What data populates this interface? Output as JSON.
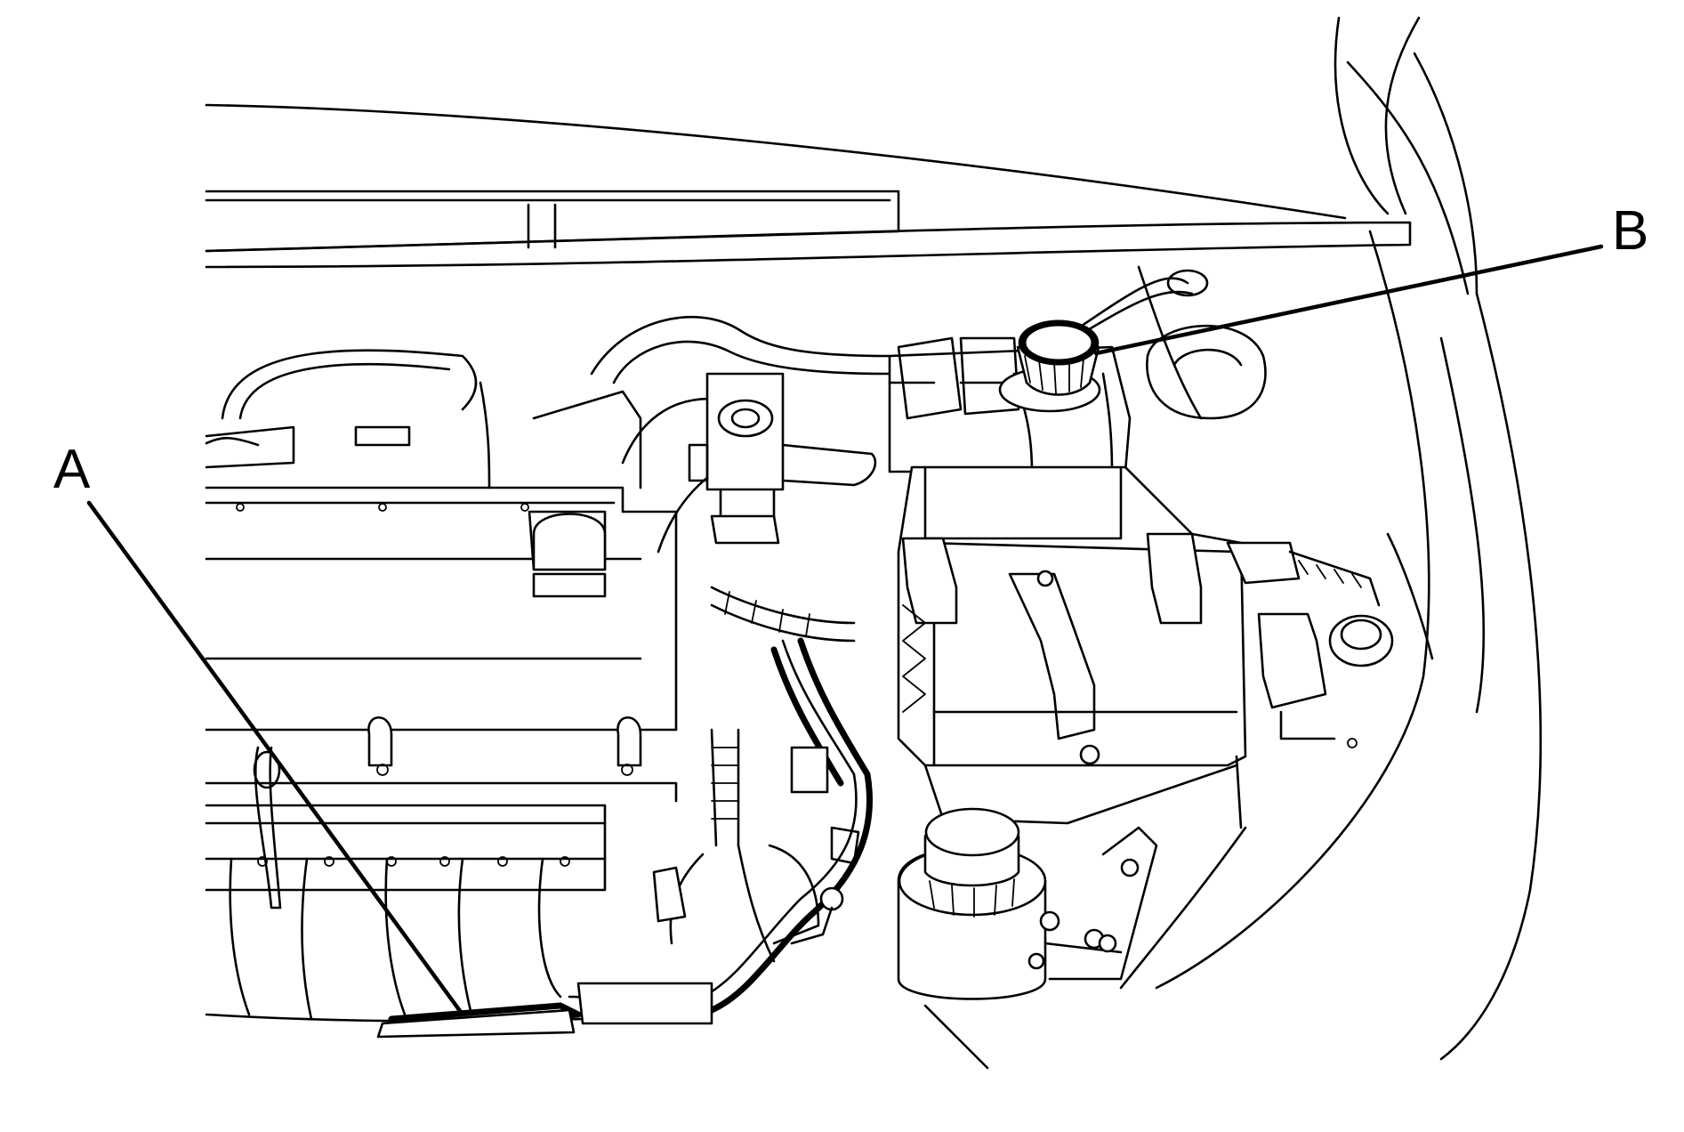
{
  "callouts": {
    "a": {
      "letter": "A",
      "icon": "harness-ground-callout"
    },
    "b": {
      "letter": "B",
      "icon": "reservoir-cap-callout"
    }
  },
  "colors": {
    "ink": "#000000",
    "paper": "#ffffff"
  }
}
